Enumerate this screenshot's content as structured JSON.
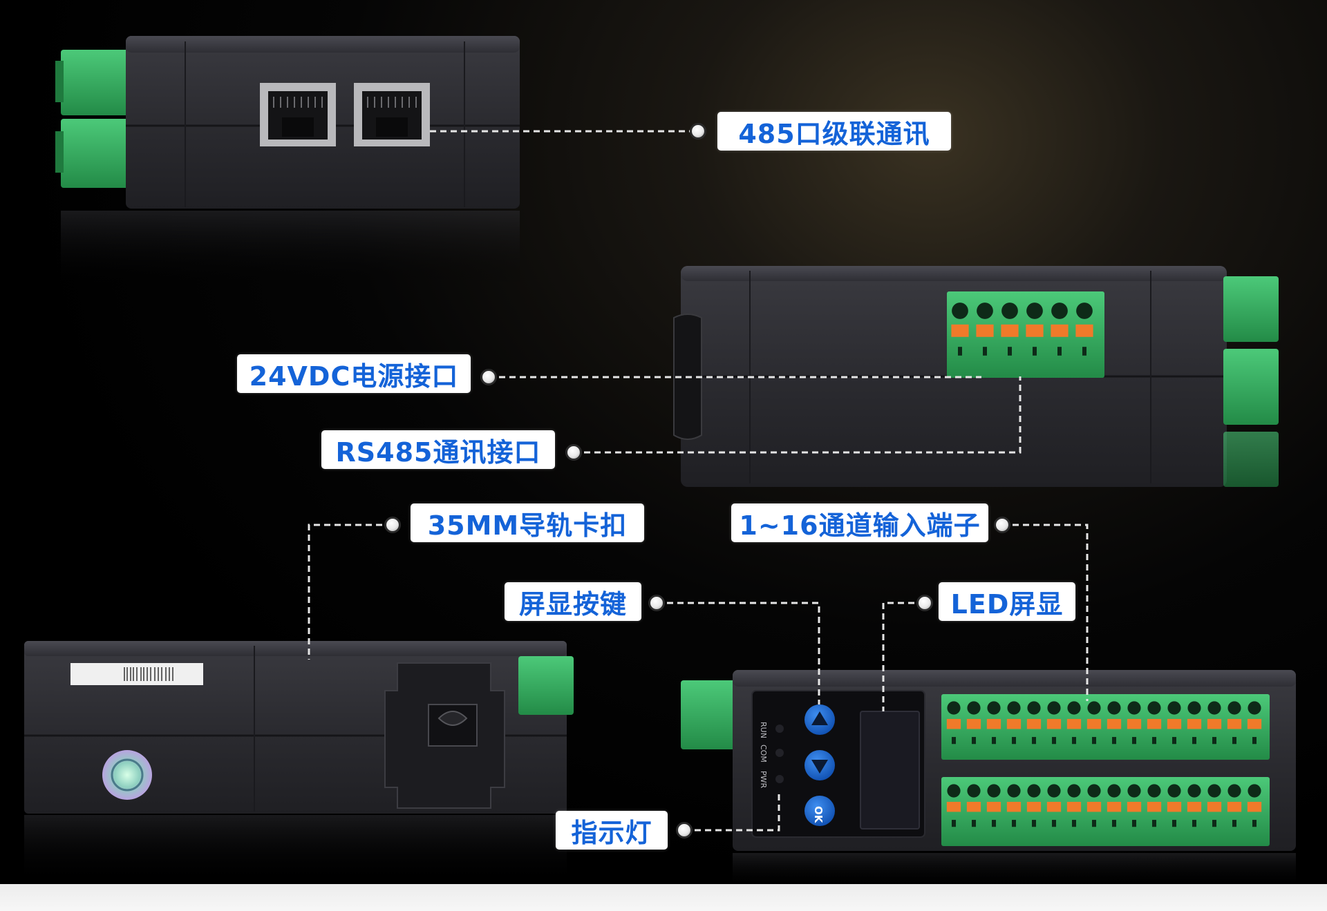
{
  "callouts": {
    "rj45_cascade": "485口级联通讯",
    "power_24vdc": "24VDC电源接口",
    "rs485_port": "RS485通讯接口",
    "din_rail_clip": "35MM导轨卡扣",
    "input_terminals": "1~16通道输入端子",
    "screen_buttons": "屏显按键",
    "led_display": "LED屏显",
    "indicator_lights": "指示灯"
  },
  "device_labels": {
    "led_run": "RUN",
    "led_com": "COM",
    "led_pwr": "PWR",
    "ok_button": "OK"
  },
  "colors": {
    "callout_text": "#1463d8",
    "terminal_green": "#2fae5a",
    "terminal_orange": "#f07a2a",
    "housing": "#2a2a2e",
    "button_blue": "#1b6fd6"
  }
}
